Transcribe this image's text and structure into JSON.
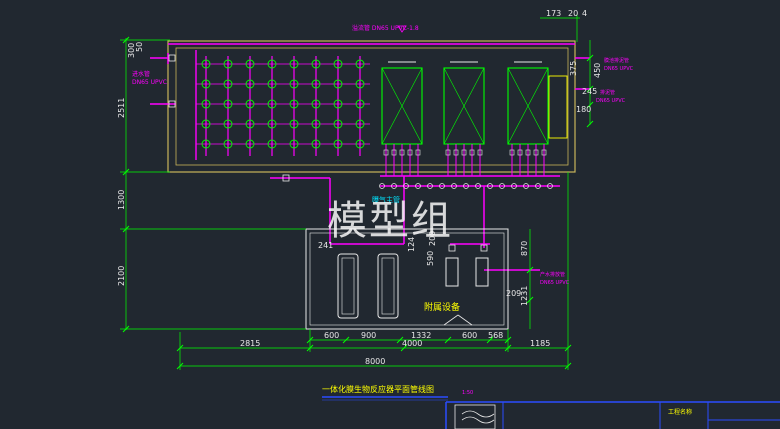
{
  "colors": {
    "background": "#212830",
    "magenta": "#ff00ff",
    "green": "#00ff00",
    "yellow": "#ffff00",
    "white": "#e8e8e8",
    "cyan": "#00e5ff",
    "blue": "#2a4cff",
    "tank_outline": "#c8b45a"
  },
  "watermark": "模型组",
  "drawing": {
    "title": "一体化膜生物反应器平面管线图",
    "scale": "1:50",
    "title_block_label": "工程名称"
  },
  "top_dims": {
    "d1": "173",
    "d2": "20",
    "d3": "4"
  },
  "left_dims": {
    "d_top1": "300",
    "d_top2": "50",
    "d1": "2511",
    "d2": "1300",
    "d3": "2100"
  },
  "right_dims": {
    "d1": "375",
    "d2": "450",
    "d3": "245",
    "d4": "180",
    "d5": "870",
    "d6": "1231",
    "d7": "209"
  },
  "annotations": {
    "top_pipe": "溢流管 DN65 UPVC",
    "top_elev": "-1.8",
    "left_pipe_1": "进水管",
    "left_pipe_2": "DN65 UPVC",
    "right_pipe_1_a": "膜池排泥管",
    "right_pipe_1_b": "DN65 UPVC",
    "right_pipe_2_a": "排泥管",
    "right_pipe_2_b": "DN65 UPVC",
    "right_pipe_3_a": "产水排放管",
    "right_pipe_3_b": "DN65 UPVC",
    "center_note": "曝气主管"
  },
  "room_dims": {
    "d_241": "241",
    "d_124": "124",
    "d_200": "200",
    "d_590": "590"
  },
  "room_label": "附属设备",
  "bottom_row1": [
    "600",
    "900",
    "1332",
    "600",
    "568"
  ],
  "bottom_row2": [
    "2815",
    "4000",
    "1185"
  ],
  "bottom_total": "8000"
}
